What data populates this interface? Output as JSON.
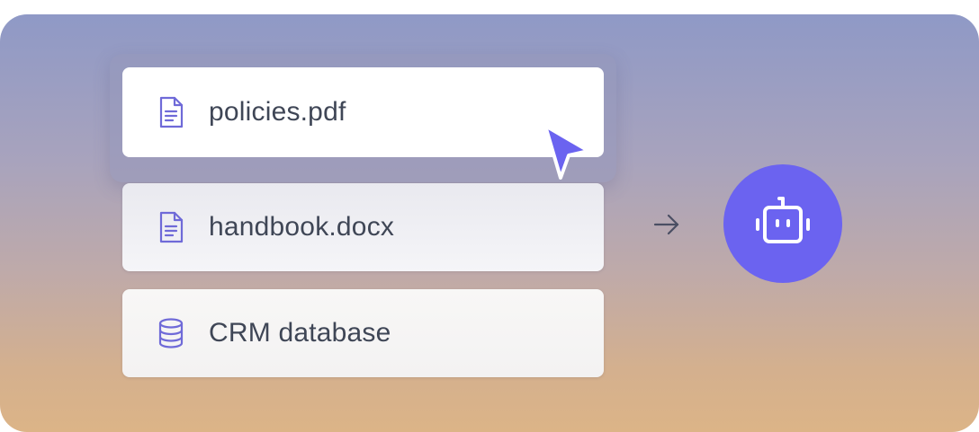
{
  "sources": [
    {
      "label": "policies.pdf",
      "icon": "document-icon"
    },
    {
      "label": "handbook.docx",
      "icon": "document-icon"
    },
    {
      "label": "CRM database",
      "icon": "database-icon"
    }
  ],
  "selected_source": "policies.pdf",
  "colors": {
    "accent": "#6b63f0",
    "icon_stroke": "#6f6ad8",
    "text": "#3f4656"
  },
  "icons": {
    "cursor": "cursor-pointer-icon",
    "arrow": "arrow-right-icon",
    "bot": "bot-icon"
  }
}
